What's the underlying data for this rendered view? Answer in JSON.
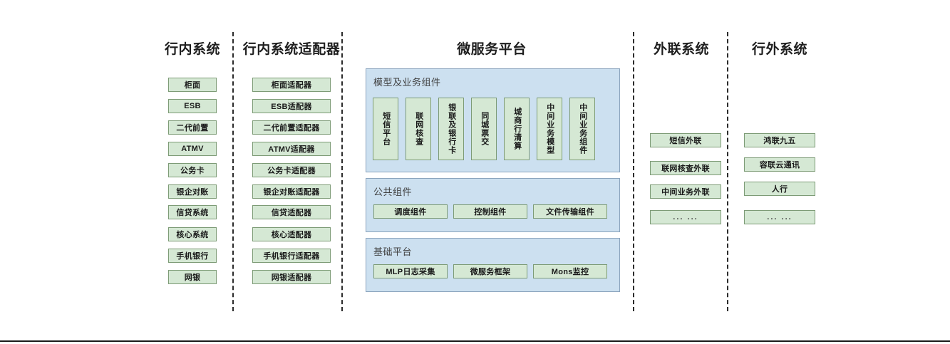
{
  "columns": {
    "internal": {
      "title": "行内系统",
      "items": [
        {
          "label": "柜面"
        },
        {
          "label": "ESB"
        },
        {
          "label": "二代前置"
        },
        {
          "label": "ATMV"
        },
        {
          "label": "公务卡"
        },
        {
          "label": "银企对账"
        },
        {
          "label": "信贷系统"
        },
        {
          "label": "核心系统"
        },
        {
          "label": "手机银行"
        },
        {
          "label": "网银"
        }
      ]
    },
    "adapter": {
      "title": "行内系统适配器",
      "items": [
        {
          "label": "柜面适配器"
        },
        {
          "label": "ESB适配器"
        },
        {
          "label": "二代前置适配器"
        },
        {
          "label": "ATMV适配器"
        },
        {
          "label": "公务卡适配器"
        },
        {
          "label": "银企对账适配器"
        },
        {
          "label": "信贷适配器"
        },
        {
          "label": "核心适配器"
        },
        {
          "label": "手机银行适配器"
        },
        {
          "label": "网银适配器"
        }
      ]
    },
    "platform": {
      "title": "微服务平台",
      "groups": [
        {
          "title": "模型及业务组件",
          "items": [
            {
              "label": "短信平台"
            },
            {
              "label": "联网核查"
            },
            {
              "label": "银联及银行卡"
            },
            {
              "label": "同城票交"
            },
            {
              "label": "城商行清算"
            },
            {
              "label": "中间业务模型"
            },
            {
              "label": "中间业务组件"
            }
          ]
        },
        {
          "title": "公共组件",
          "items": [
            {
              "label": "调度组件"
            },
            {
              "label": "控制组件"
            },
            {
              "label": "文件传输组件"
            }
          ]
        },
        {
          "title": "基础平台",
          "items": [
            {
              "label": "MLP日志采集"
            },
            {
              "label": "微服务框架"
            },
            {
              "label": "Mons监控"
            }
          ]
        }
      ]
    },
    "external_link": {
      "title": "外联系统",
      "items": [
        {
          "label": "短信外联"
        },
        {
          "label": "联网核查外联"
        },
        {
          "label": "中间业务外联"
        },
        {
          "label": "... ..."
        }
      ]
    },
    "outside": {
      "title": "行外系统",
      "items": [
        {
          "label": "鸿联九五"
        },
        {
          "label": "容联云通讯"
        },
        {
          "label": "人行"
        },
        {
          "label": "... ..."
        }
      ]
    }
  },
  "colors": {
    "node_fill": "#d5e8d4",
    "node_border": "#7d9b76",
    "panel_fill": "#cce0f0",
    "panel_border": "#8ba4bd",
    "divider": "#2b2b2b",
    "text": "#1a1a1a"
  }
}
